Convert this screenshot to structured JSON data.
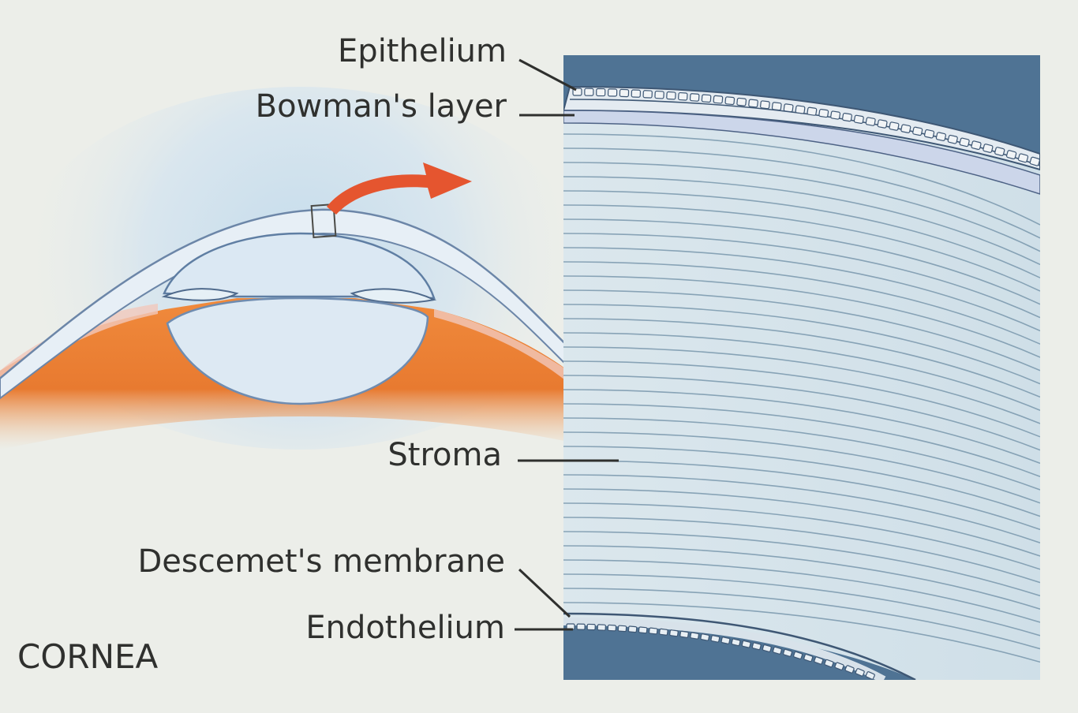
{
  "labels": {
    "epithelium": "Epithelium",
    "bowmans_layer": "Bowman's layer",
    "stroma": "Stroma",
    "descemets_membrane": "Descemet's membrane",
    "endothelium": "Endothelium",
    "title": "CORNEA"
  },
  "colors": {
    "background": "#eceee9",
    "iris_orange": "#e8792f",
    "cornea_blue": "#dce9f2",
    "panel_dark": "#4f7394",
    "stroma_blue": "#d3e2ea",
    "arrow_red": "#e5552f"
  }
}
